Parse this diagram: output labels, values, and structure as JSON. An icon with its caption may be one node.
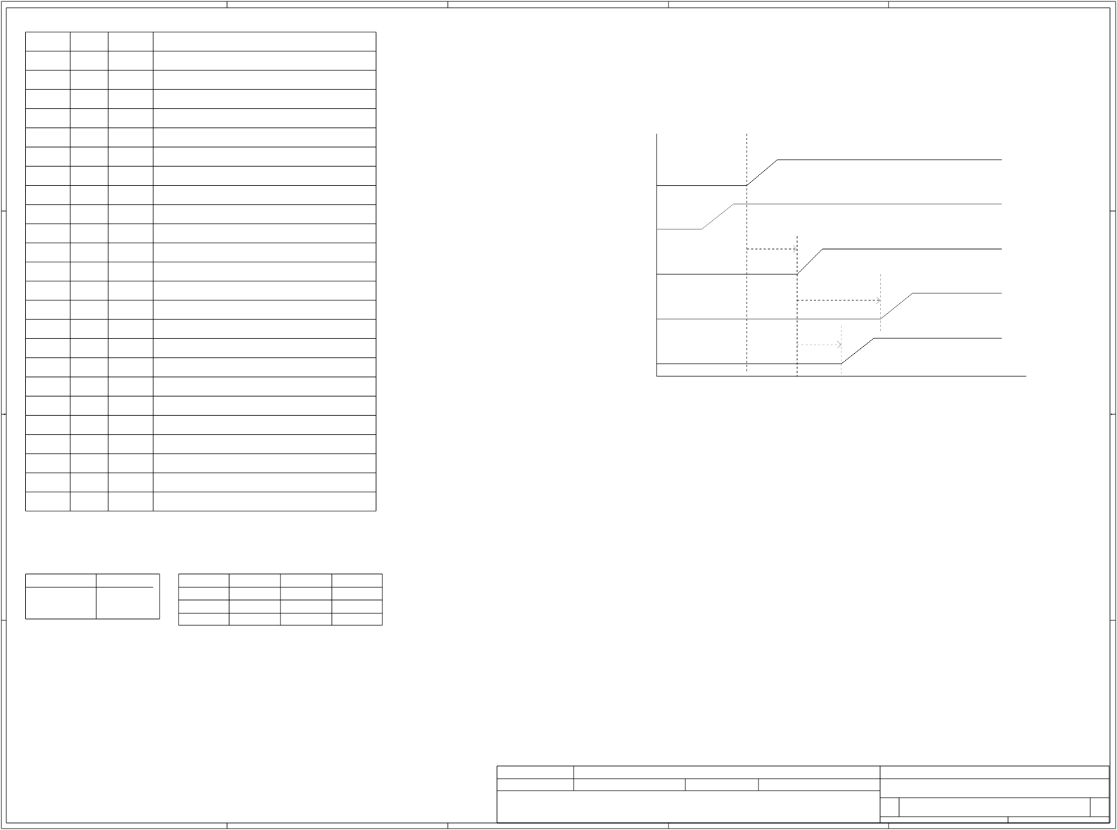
{
  "diagram": {
    "nodes": [
      {
        "text": [],
        "shape": "line"
      },
      {
        "text": [],
        "shape": "line"
      },
      {
        "text": [],
        "shape": "line"
      },
      {
        "text": [],
        "shape": "line"
      }
    ],
    "edges": [
      {
        "from": 0,
        "to": 1,
        "arrow": "to",
        "style": "dashed"
      },
      {
        "from": 1,
        "to": 3,
        "arrow": "to",
        "style": "dashed"
      },
      {
        "from": 1,
        "to": 2,
        "arrow": "to",
        "style": "dashed",
        "color": "#c0c0c0"
      }
    ]
  }
}
